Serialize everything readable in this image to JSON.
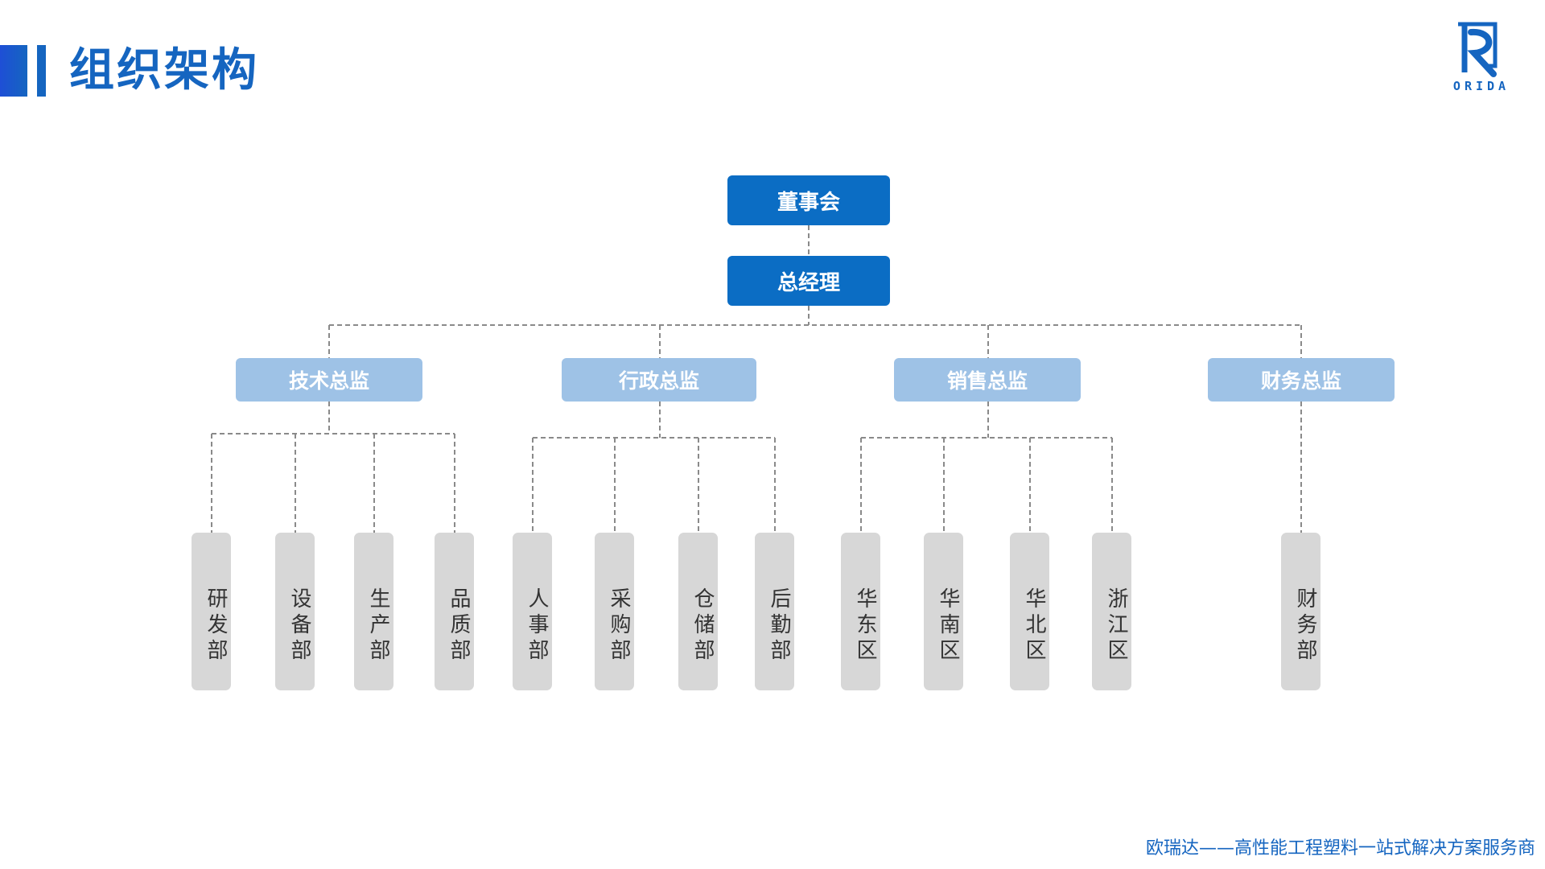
{
  "title": "组织架构",
  "logo": {
    "text": "ORIDA",
    "color": "#1565c0"
  },
  "colors": {
    "top": "#0b6dc4",
    "director": "#9ec2e6",
    "dept": "#d7d7d7",
    "accent": "#1565c0"
  },
  "org": {
    "board": "董事会",
    "gm": "总经理",
    "directors": [
      {
        "label": "技术总监",
        "depts": [
          "研发部",
          "设备部",
          "生产部",
          "品质部"
        ]
      },
      {
        "label": "行政总监",
        "depts": [
          "人事部",
          "采购部",
          "仓储部",
          "后勤部"
        ]
      },
      {
        "label": "销售总监",
        "depts": [
          "华东区",
          "华南区",
          "华北区",
          "浙江区"
        ]
      },
      {
        "label": "财务总监",
        "depts": [
          "财务部"
        ]
      }
    ]
  },
  "footer": "欧瑞达——高性能工程塑料一站式解决方案服务商"
}
